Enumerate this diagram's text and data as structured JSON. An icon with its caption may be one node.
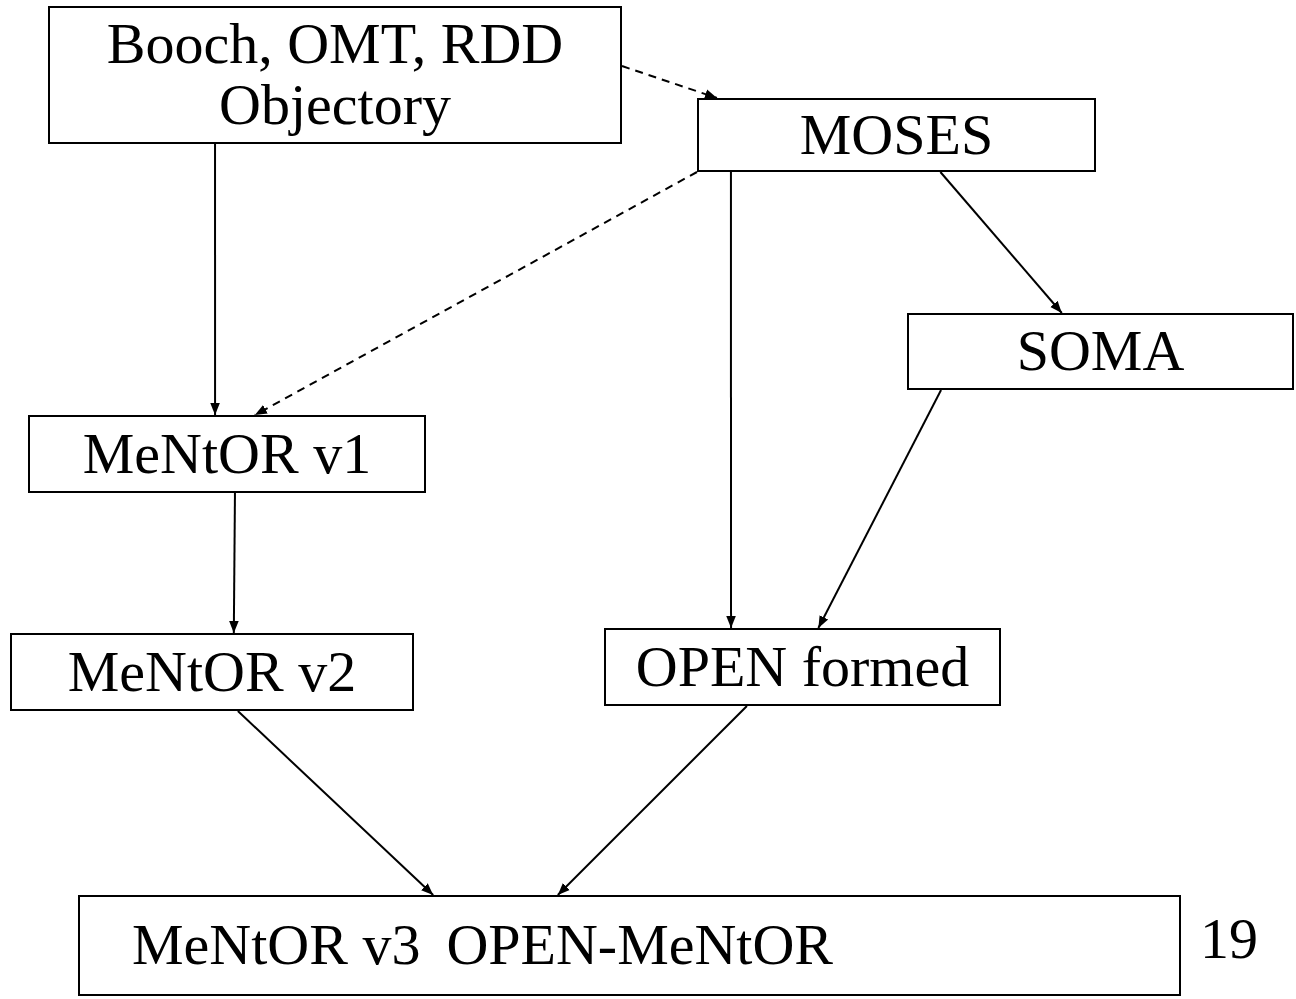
{
  "diagram": {
    "nodes": [
      {
        "text": [
          "Booch, OMT, RDD Objectory"
        ]
      },
      {
        "text": [
          "MOSES"
        ]
      },
      {
        "text": [
          "MeNtOR v1"
        ]
      },
      {
        "text": [
          "SOMA"
        ]
      },
      {
        "text": [
          "MeNtOR v2"
        ]
      },
      {
        "text": [
          "OPEN formed"
        ]
      },
      {
        "text": [
          "MeNtOR v3",
          "OPEN-MeNtOR"
        ]
      }
    ],
    "edges": [
      {
        "from": 0,
        "to": 1,
        "arrow": "to",
        "style": "dashed"
      },
      {
        "from": 0,
        "to": 2,
        "arrow": "to"
      },
      {
        "from": 1,
        "to": 2,
        "arrow": "to",
        "style": "dashed"
      },
      {
        "from": 1,
        "to": 5,
        "arrow": "to"
      },
      {
        "from": 1,
        "to": 3,
        "arrow": "to"
      },
      {
        "from": 3,
        "to": 5,
        "arrow": "to"
      },
      {
        "from": 2,
        "to": 4,
        "arrow": "to"
      },
      {
        "from": 4,
        "to": 6,
        "arrow": "to"
      },
      {
        "from": 5,
        "to": 6,
        "arrow": "to"
      }
    ],
    "labels": [
      "19"
    ]
  }
}
